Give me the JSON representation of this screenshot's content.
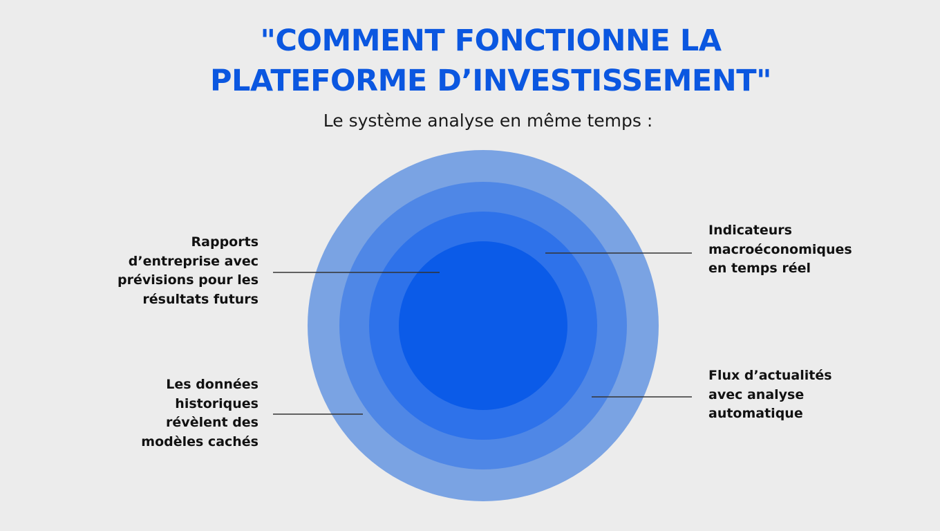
{
  "title": {
    "line1": "\"COMMENT FONCTIONNE LA",
    "line2": "PLATEFORME D’INVESTISSEMENT\""
  },
  "subtitle": "Le système analyse en même temps :",
  "diagram": {
    "type": "concentric-circles",
    "ring_colors": [
      "#7aa3e3",
      "#4f87e6",
      "#2e72ea",
      "#0b5be8"
    ],
    "line_color": "#333333",
    "labels": {
      "top_left": {
        "lines": [
          "Rapports",
          "d’entreprise avec",
          "prévisions pour les",
          "résultats futurs"
        ]
      },
      "bottom_left": {
        "lines": [
          "Les données",
          "historiques",
          "révèlent des",
          "modèles cachés"
        ]
      },
      "top_right": {
        "lines": [
          "Indicateurs",
          "macroéconomiques",
          "en temps réel"
        ]
      },
      "bottom_right": {
        "lines": [
          "Flux d’actualités",
          "avec analyse",
          "automatique"
        ]
      }
    }
  }
}
